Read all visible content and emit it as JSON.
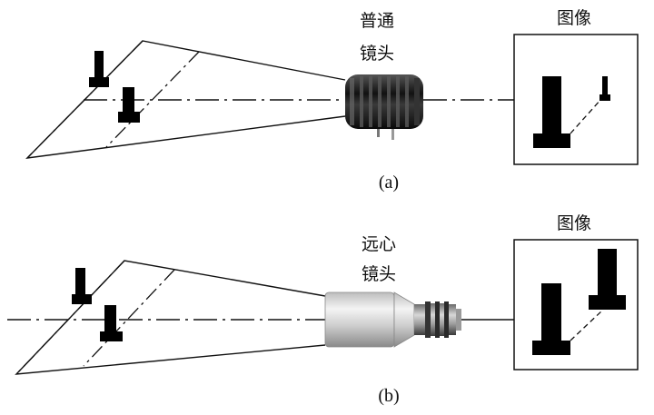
{
  "panel_a": {
    "lens_label_line1": "普通",
    "lens_label_line2": "镜头",
    "image_box_title": "图像",
    "caption": "(a)"
  },
  "panel_b": {
    "lens_label_line1": "远心",
    "lens_label_line2": "镜头",
    "image_box_title": "图像",
    "caption": "(b)"
  },
  "colors": {
    "line": "#111111",
    "object_fill": "#000000",
    "lens_a_body": "#1a1a1a",
    "lens_b_body": "#d6d6d6"
  }
}
